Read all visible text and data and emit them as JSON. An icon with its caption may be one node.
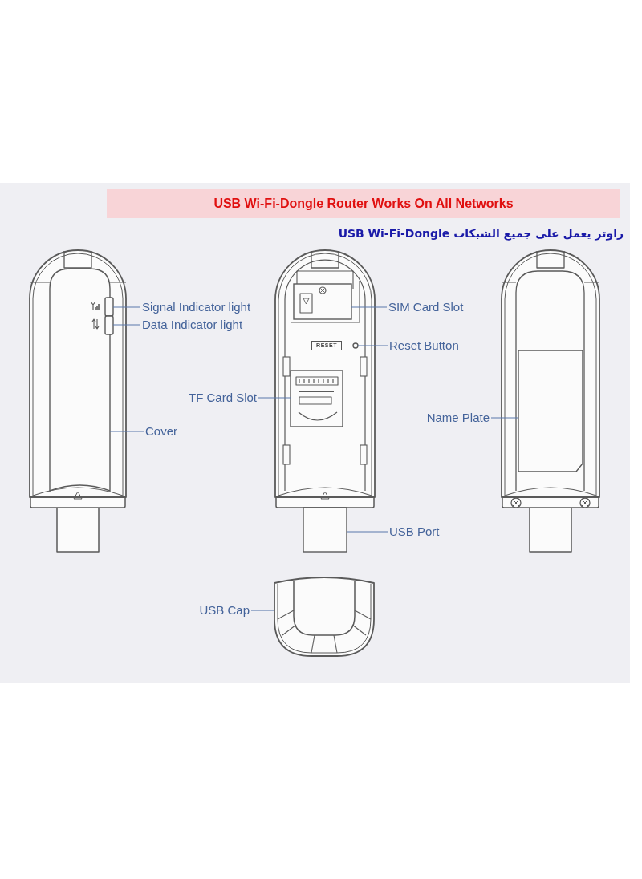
{
  "diagram": {
    "title": "USB Wi-Fi-Dongle Router Works On All Networks",
    "nodes": [
      {
        "text": [
          "Signal Indicator light"
        ]
      },
      {
        "text": [],
        "shape": "bar"
      },
      {
        "text": [
          "Data Indicator light"
        ]
      },
      {
        "text": [],
        "shape": "bar"
      },
      {
        "text": [
          "SIM Card Slot"
        ]
      },
      {
        "text": [],
        "shape": "box"
      },
      {
        "text": [
          "RESET"
        ]
      },
      {
        "text": [
          "Reset Button"
        ]
      },
      {
        "text": [],
        "shape": "circle"
      },
      {
        "text": [
          "TF Card Slot"
        ]
      },
      {
        "text": [],
        "shape": "box"
      },
      {
        "text": [
          "Cover"
        ]
      },
      {
        "text": [],
        "shape": "box"
      },
      {
        "text": [
          "Name Plate"
        ]
      },
      {
        "text": [],
        "shape": "box"
      },
      {
        "text": [
          "USB Port"
        ]
      },
      {
        "text": [],
        "shape": "box"
      },
      {
        "text": [
          "USB Cap"
        ]
      },
      {
        "text": [],
        "shape": "picture"
      }
    ],
    "edges": [
      {
        "from": 0,
        "to": 1,
        "arrow": "none"
      },
      {
        "from": 2,
        "to": 3,
        "arrow": "none"
      },
      {
        "from": 4,
        "to": 5,
        "arrow": "none"
      },
      {
        "from": 7,
        "to": 8,
        "arrow": "none"
      },
      {
        "from": 9,
        "to": 10,
        "arrow": "none"
      },
      {
        "from": 11,
        "to": 12,
        "arrow": "none"
      },
      {
        "from": 13,
        "to": 14,
        "arrow": "none"
      },
      {
        "from": 15,
        "to": 16,
        "arrow": "none"
      },
      {
        "from": 17,
        "to": 18,
        "arrow": "none"
      }
    ],
    "labels": [
      "راوتر يعمل على جميع الشبكات USB Wi-Fi-Dongle"
    ]
  }
}
